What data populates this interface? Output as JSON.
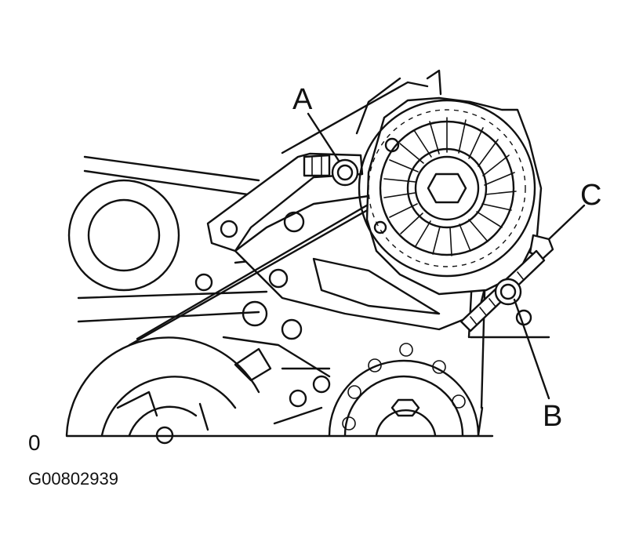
{
  "labels": {
    "a": "A",
    "b": "B",
    "c": "C",
    "zero": "0",
    "figure_id": "G00802939"
  }
}
